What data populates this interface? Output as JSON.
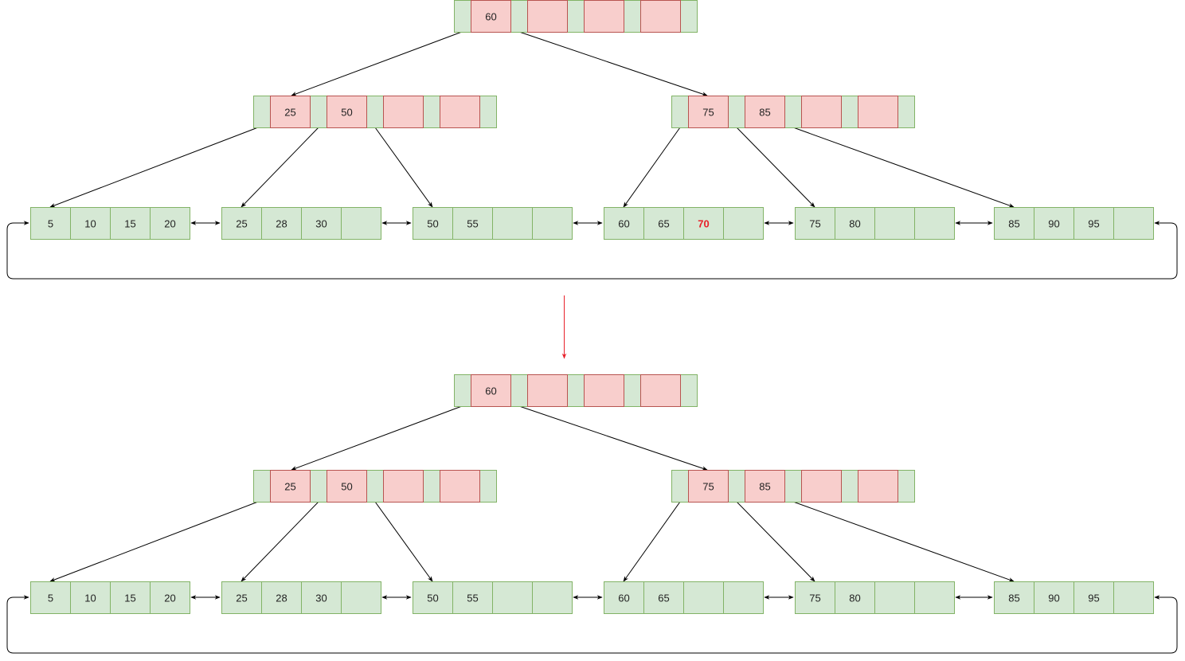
{
  "colors": {
    "green_fill": "#d5e8d4",
    "green_stroke": "#82b366",
    "pink_fill": "#f8cecc",
    "pink_stroke": "#b85450",
    "edge": "#000000",
    "transition_arrow": "#e8202a",
    "highlight_text": "#e8202a"
  },
  "trees": [
    {
      "id": "before",
      "root": {
        "keys": [
          "60",
          "",
          "",
          ""
        ]
      },
      "internal": [
        {
          "keys": [
            "25",
            "50",
            "",
            ""
          ]
        },
        {
          "keys": [
            "75",
            "85",
            "",
            ""
          ]
        }
      ],
      "leaves": [
        {
          "cells": [
            "5",
            "10",
            "15",
            "20"
          ]
        },
        {
          "cells": [
            "25",
            "28",
            "30",
            ""
          ]
        },
        {
          "cells": [
            "50",
            "55",
            "",
            ""
          ]
        },
        {
          "cells": [
            "60",
            "65",
            "70",
            ""
          ],
          "highlight_index": 2
        },
        {
          "cells": [
            "75",
            "80",
            "",
            ""
          ]
        },
        {
          "cells": [
            "85",
            "90",
            "95",
            ""
          ]
        }
      ]
    },
    {
      "id": "after",
      "root": {
        "keys": [
          "60",
          "",
          "",
          ""
        ]
      },
      "internal": [
        {
          "keys": [
            "25",
            "50",
            "",
            ""
          ]
        },
        {
          "keys": [
            "75",
            "85",
            "",
            ""
          ]
        }
      ],
      "leaves": [
        {
          "cells": [
            "5",
            "10",
            "15",
            "20"
          ]
        },
        {
          "cells": [
            "25",
            "28",
            "30",
            ""
          ]
        },
        {
          "cells": [
            "50",
            "55",
            "",
            ""
          ]
        },
        {
          "cells": [
            "60",
            "65",
            "",
            ""
          ]
        },
        {
          "cells": [
            "75",
            "80",
            "",
            ""
          ]
        },
        {
          "cells": [
            "85",
            "90",
            "95",
            ""
          ]
        }
      ]
    }
  ]
}
